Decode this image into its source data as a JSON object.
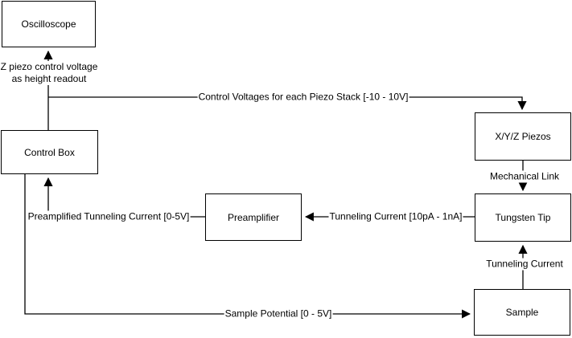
{
  "colors": {
    "line": "#000000",
    "box_fill": "#ffffff",
    "text": "#000000",
    "background": "#ffffff"
  },
  "boxes": {
    "oscilloscope": {
      "label": "Oscilloscope"
    },
    "control_box": {
      "label": "Control Box"
    },
    "preamplifier": {
      "label": "Preamplifier"
    },
    "xyz_piezos": {
      "label": "X/Y/Z Piezos"
    },
    "tungsten_tip": {
      "label": "Tungsten Tip"
    },
    "sample": {
      "label": "Sample"
    }
  },
  "edge_labels": {
    "z_piezo_line1": "Z piezo control voltage",
    "z_piezo_line2": "as height readout",
    "control_voltages": "Control Voltages for each Piezo Stack [-10 - 10V]",
    "preamplified_current": "Preamplified Tunneling Current [0-5V]",
    "tunneling_current_range": "Tunneling Current [10pA - 1nA]",
    "mechanical_link": "Mechanical Link",
    "tunneling_current": "Tunneling Current",
    "sample_potential": "Sample Potential [0 - 5V]"
  }
}
